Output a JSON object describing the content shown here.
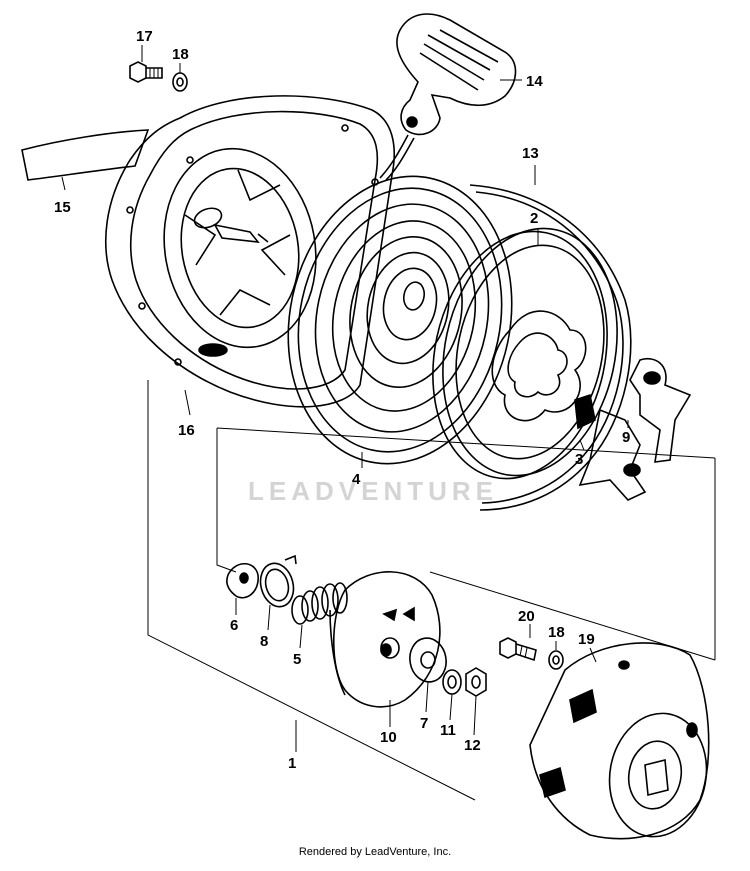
{
  "diagram": {
    "watermark": "LEADVENTURE",
    "footer": "Rendered by LeadVenture, Inc.",
    "labels": {
      "p1": "1",
      "p2": "2",
      "p3": "3",
      "p4": "4",
      "p5": "5",
      "p6": "6",
      "p7": "7",
      "p8": "8",
      "p9": "9",
      "p10": "10",
      "p11": "11",
      "p12": "12",
      "p13": "13",
      "p14": "14",
      "p15": "15",
      "p16": "16",
      "p17": "17",
      "p18a": "18",
      "p18b": "18",
      "p19": "19",
      "p20": "20"
    }
  }
}
